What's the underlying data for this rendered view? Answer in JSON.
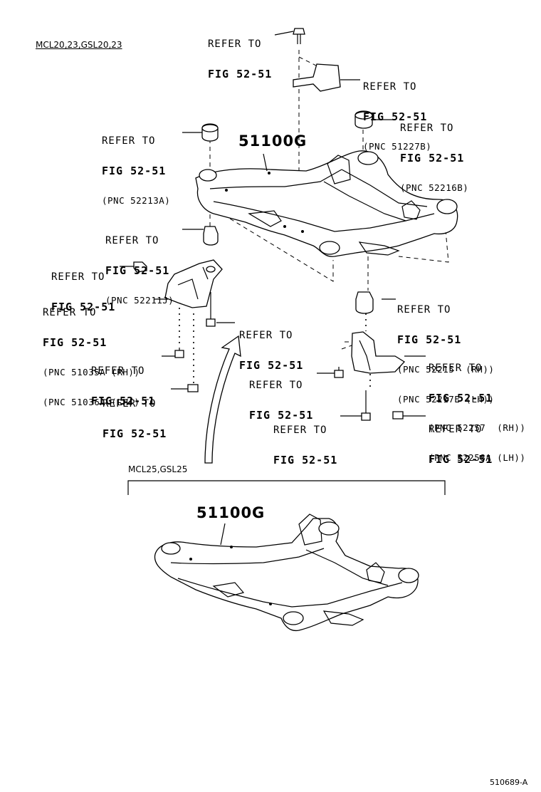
{
  "models": {
    "upper": "MCL20,23,GSL20,23",
    "lower": "MCL25,GSL25"
  },
  "part_numbers": {
    "upper_crossmember": "51100G",
    "lower_crossmember": "51100G"
  },
  "callouts": [
    {
      "line1": "REFER TO",
      "line2": "FIG 52-51",
      "line3": "",
      "line4": ""
    },
    {
      "line1": "REFER TO",
      "line2": "FIG 52-51",
      "line3": "(PNC 51227B)",
      "line4": ""
    },
    {
      "line1": "REFER TO",
      "line2": "FIG 52-51",
      "line3": "(PNC 52213A)",
      "line4": ""
    },
    {
      "line1": "REFER TO",
      "line2": "FIG 52-51",
      "line3": "(PNC 52216B)",
      "line4": ""
    },
    {
      "line1": "REFER TO",
      "line2": "FIG 52-51",
      "line3": "(PNC 52211J)",
      "line4": ""
    },
    {
      "line1": "REFER TO",
      "line2": "FIG 52-51",
      "line3": "",
      "line4": ""
    },
    {
      "line1": "REFER TO",
      "line2": "FIG 52-51",
      "line3": "(PNC 51035A (RH))",
      "line4": "(PNC 51036A (LH))"
    },
    {
      "line1": "REFER TO",
      "line2": "FIG 52-51",
      "line3": "(PNC 52215  (RH))",
      "line4": "(PNC 52217E (LH))"
    },
    {
      "line1": "REFER TO",
      "line2": "FIG 52-51",
      "line3": "",
      "line4": ""
    },
    {
      "line1": "REFER TO",
      "line2": "FIG 52-51",
      "line3": "",
      "line4": ""
    },
    {
      "line1": "REFER TO",
      "line2": "FIG 52-51",
      "line3": "(PNC 52257  (RH))",
      "line4": "(PNC 52258A (LH))"
    },
    {
      "line1": "REFER TO",
      "line2": "FIG 52-51",
      "line3": "",
      "line4": ""
    },
    {
      "line1": "REFER TO",
      "line2": "FIG 52-51",
      "line3": "",
      "line4": ""
    },
    {
      "line1": "REFER TO",
      "line2": "FIG 52-51",
      "line3": "",
      "line4": ""
    },
    {
      "line1": "REFER TO",
      "line2": "FIG 52-51",
      "line3": "",
      "line4": ""
    }
  ],
  "figure_code": "510689-A"
}
